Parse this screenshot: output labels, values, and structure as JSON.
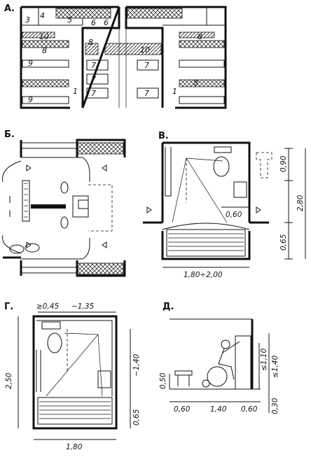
{
  "panels": {
    "a": {
      "label": "А.",
      "room_numbers": [
        "3",
        "4",
        "5",
        "6",
        "6",
        "10",
        "8",
        "8",
        "10",
        "8",
        "9",
        "7",
        "7",
        "7",
        "7",
        "7",
        "8",
        "1",
        "1",
        "9"
      ]
    },
    "b": {
      "label": "Б."
    },
    "v": {
      "label": "В.",
      "dims": {
        "d1": "0,90",
        "d2": "2,80",
        "d3": "0,60",
        "d4": "0,65",
        "d5": "1,80÷2,00"
      }
    },
    "g": {
      "label": "Г.",
      "dims": {
        "d1": "≥0,45",
        "d2": "~1,35",
        "d3": "~1,40",
        "d4": "2,50",
        "d5": "0,65",
        "d6": "1,80"
      }
    },
    "d": {
      "label": "Д.",
      "dims": {
        "d1": "0,50",
        "d2": "≤1,10",
        "d3": "≤1,40",
        "d4": "0,30",
        "d5": "0,60",
        "d6": "1,40",
        "d7": "0,60"
      }
    }
  }
}
